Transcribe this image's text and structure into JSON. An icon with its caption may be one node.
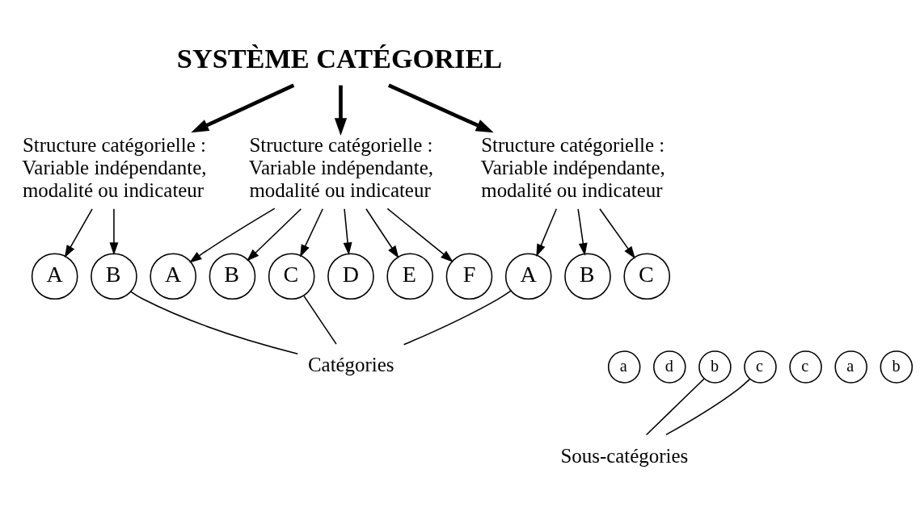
{
  "diagram": {
    "nodes": [
      {
        "text": [
          "SYSTÈME CATÉGORIEL"
        ]
      },
      {
        "text": [
          "Structure catégorielle : Variable indépendante, modalité ou indicateur"
        ]
      },
      {
        "text": [
          "Structure catégorielle : Variable indépendante, modalité ou indicateur"
        ]
      },
      {
        "text": [
          "Structure catégorielle : Variable indépendante, modalité ou indicateur"
        ]
      },
      {
        "text": [
          "A"
        ]
      },
      {
        "text": [
          "B"
        ]
      },
      {
        "text": [
          "A"
        ]
      },
      {
        "text": [
          "B"
        ]
      },
      {
        "text": [
          "C"
        ]
      },
      {
        "text": [
          "D"
        ]
      },
      {
        "text": [
          "E"
        ]
      },
      {
        "text": [
          "F"
        ]
      },
      {
        "text": [
          "A"
        ]
      },
      {
        "text": [
          "B"
        ]
      },
      {
        "text": [
          "C"
        ]
      },
      {
        "text": [
          "Catégories"
        ]
      },
      {
        "text": [
          "a"
        ]
      },
      {
        "text": [
          "b"
        ]
      },
      {
        "text": [
          "c"
        ]
      },
      {
        "text": [
          "a"
        ]
      },
      {
        "text": [
          "b"
        ]
      },
      {
        "text": [
          "c"
        ]
      },
      {
        "text": [
          "d"
        ]
      },
      {
        "text": [
          "Sous-catégories"
        ]
      }
    ],
    "edges": [
      {
        "from": 0,
        "to": 1,
        "arrow": "to",
        "style": "thick"
      },
      {
        "from": 0,
        "to": 2,
        "arrow": "to",
        "style": "thick"
      },
      {
        "from": 0,
        "to": 3,
        "arrow": "to",
        "style": "thick"
      },
      {
        "from": 1,
        "to": 4,
        "arrow": "to"
      },
      {
        "from": 1,
        "to": 5,
        "arrow": "to"
      },
      {
        "from": 2,
        "to": 6,
        "arrow": "to"
      },
      {
        "from": 2,
        "to": 7,
        "arrow": "to"
      },
      {
        "from": 2,
        "to": 8,
        "arrow": "to"
      },
      {
        "from": 2,
        "to": 9,
        "arrow": "to"
      },
      {
        "from": 2,
        "to": 10,
        "arrow": "to"
      },
      {
        "from": 2,
        "to": 11,
        "arrow": "to"
      },
      {
        "from": 3,
        "to": 12,
        "arrow": "to"
      },
      {
        "from": 3,
        "to": 13,
        "arrow": "to"
      },
      {
        "from": 3,
        "to": 14,
        "arrow": "to"
      },
      {
        "from": 15,
        "to": 5,
        "arrow": "none"
      },
      {
        "from": 15,
        "to": 8,
        "arrow": "none"
      },
      {
        "from": 15,
        "to": 12,
        "arrow": "none"
      },
      {
        "from": 23,
        "to": 17,
        "arrow": "none"
      },
      {
        "from": 23,
        "to": 21,
        "arrow": "none"
      }
    ]
  }
}
